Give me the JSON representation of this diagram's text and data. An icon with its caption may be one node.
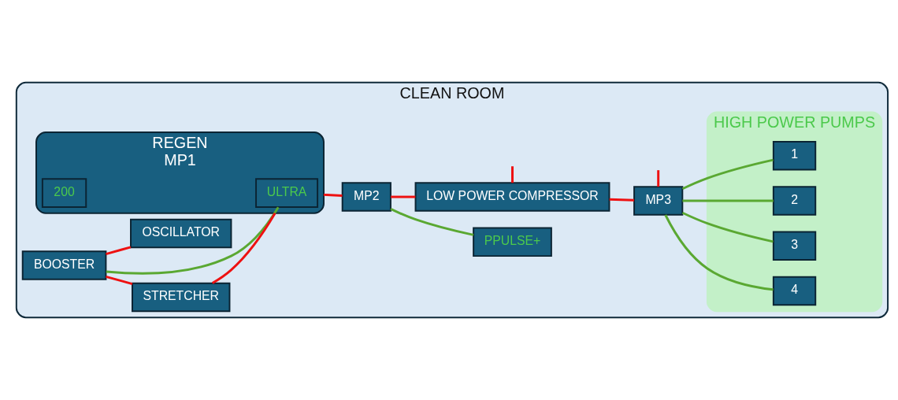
{
  "diagram": {
    "nodes": [
      {
        "text": [
          "CLEAN ROOM"
        ]
      },
      {
        "text": [
          "BOOSTER"
        ],
        "in": 0
      },
      {
        "text": [
          "STRETCHER"
        ],
        "in": 0
      },
      {
        "text": [
          "REGEN",
          "MP1"
        ],
        "in": 0
      },
      {
        "text": [
          "ULTRA"
        ],
        "in": 3
      },
      {
        "text": [
          "200"
        ],
        "in": 3
      },
      {
        "text": [
          "OSCILLATOR"
        ],
        "in": 0
      },
      {
        "text": [
          "MP2"
        ],
        "in": 0
      },
      {
        "text": [
          "PPULSE+"
        ],
        "in": 0
      },
      {
        "text": [
          "LOW POWER COMPRESSOR"
        ],
        "in": 0
      },
      {
        "text": [
          "MP3"
        ],
        "in": 0
      },
      {
        "text": [
          "HIGH POWER PUMPS"
        ],
        "in": 0
      },
      {
        "text": [
          "1"
        ],
        "in": 11
      },
      {
        "text": [
          "2"
        ],
        "in": 11
      },
      {
        "text": [
          "3"
        ],
        "in": 11
      },
      {
        "text": [
          "4"
        ],
        "in": 11
      }
    ],
    "edges": [
      {
        "from": 1,
        "to": 2,
        "arrow": "none"
      },
      {
        "from": 2,
        "to": 3,
        "arrow": "none"
      },
      {
        "from": 1,
        "to": 4,
        "arrow": "none",
        "color": "#5aa832"
      },
      {
        "from": 1,
        "to": 6,
        "arrow": "none"
      },
      {
        "from": 3,
        "to": 7,
        "arrow": "none"
      },
      {
        "from": 7,
        "to": 8,
        "arrow": "none",
        "color": "#5aa832"
      },
      {
        "from": 7,
        "to": 9,
        "arrow": "none"
      },
      {
        "from": 9,
        "to": null,
        "arrow": "none"
      },
      {
        "from": 9,
        "to": 10,
        "arrow": "none"
      },
      {
        "from": 10,
        "to": null,
        "arrow": "none"
      },
      {
        "from": 10,
        "to": 12,
        "arrow": "none",
        "color": "#5aa832"
      },
      {
        "from": 10,
        "to": 13,
        "arrow": "none",
        "color": "#5aa832"
      },
      {
        "from": 10,
        "to": 14,
        "arrow": "none",
        "color": "#5aa832"
      },
      {
        "from": 10,
        "to": 15,
        "arrow": "none",
        "color": "#5aa832"
      }
    ]
  }
}
